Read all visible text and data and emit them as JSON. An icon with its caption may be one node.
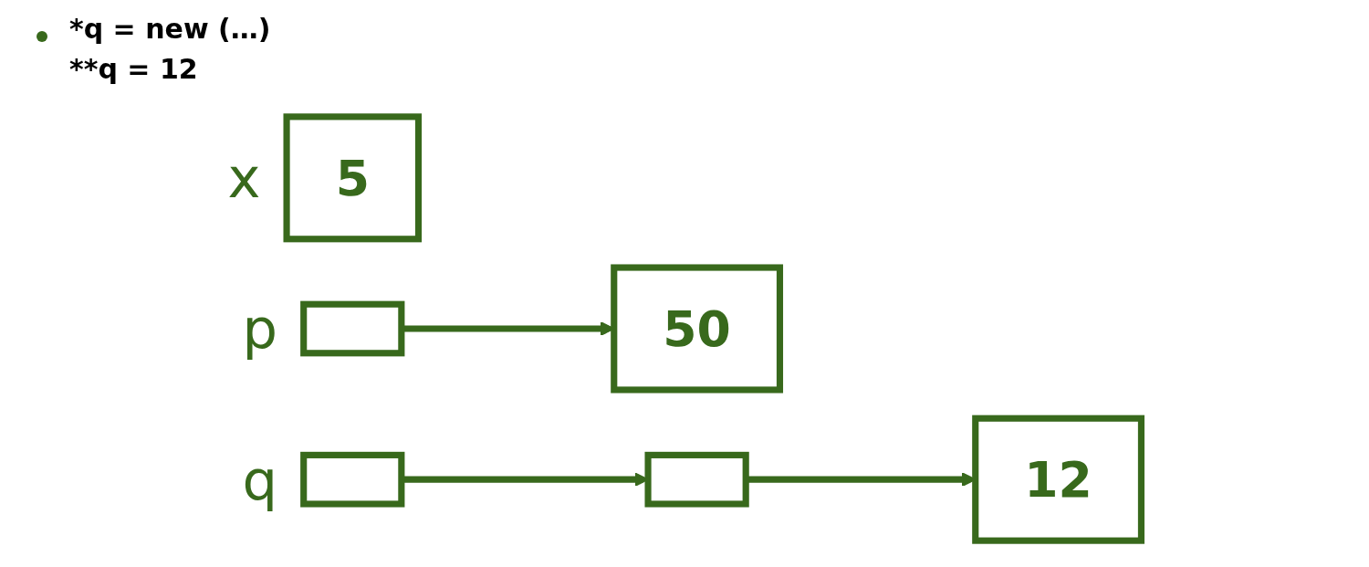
{
  "diagram": {
    "nodes": [
      {
        "text": [
          "12"
        ]
      },
      {
        "text": [
          "5"
        ],
        "beside": [
          "x"
        ]
      },
      {
        "text": [
          "50"
        ]
      },
      {
        "text": [],
        "shape": "box",
        "beside": [
          "p"
        ]
      },
      {
        "text": [],
        "shape": "box"
      },
      {
        "text": [],
        "shape": "box",
        "beside": [
          "q"
        ]
      }
    ],
    "edges": [
      {
        "from": 3,
        "to": 2,
        "arrow": "to"
      },
      {
        "from": 5,
        "to": 4,
        "arrow": "to"
      },
      {
        "from": 4,
        "to": 0,
        "arrow": "to"
      }
    ],
    "labels": [
      "*q = new (…)",
      "**q = 12"
    ]
  }
}
